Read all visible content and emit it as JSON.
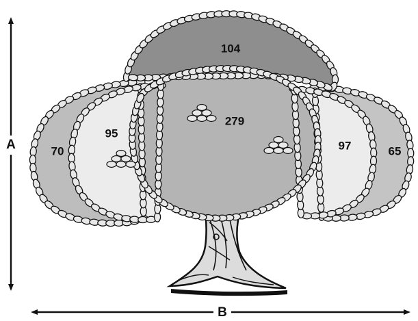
{
  "colors": {
    "background": "#ffffff",
    "crown_top": "#8e8e8e",
    "crown_center": "#b4b4b4",
    "crown_outer_left": "#bdbdbd",
    "crown_inner_left": "#ececec",
    "crown_inner_right": "#ececec",
    "crown_outer_right": "#c4c4c4",
    "leaf_fill": "#e8e8e8",
    "outline": "#111111"
  },
  "regions": {
    "top": "104",
    "center": "279",
    "outer_left": "70",
    "inner_left": "95",
    "inner_right": "97",
    "outer_right": "65"
  },
  "dimensions": {
    "height_label": "A",
    "width_label": "B"
  }
}
